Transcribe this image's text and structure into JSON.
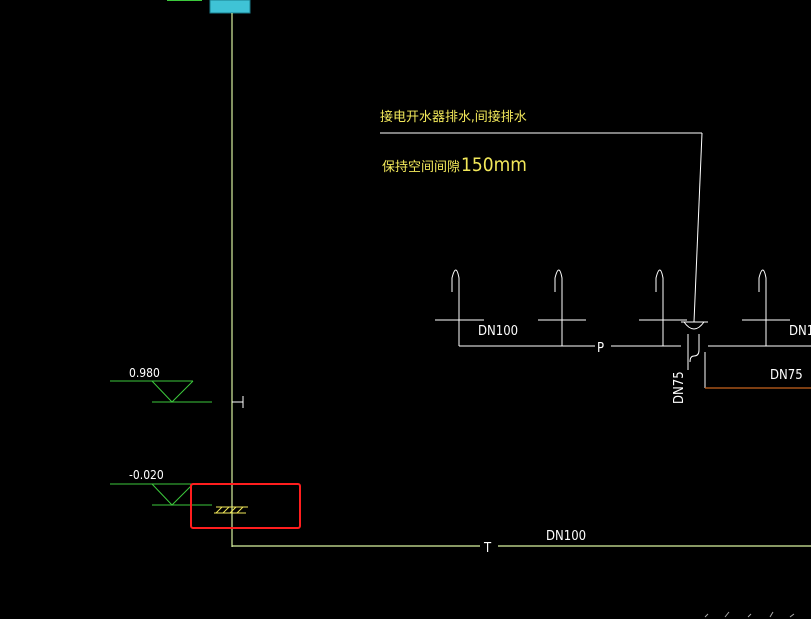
{
  "annotations": {
    "note_line1": "接电开水器排水,间接排水",
    "note_line2_prefix": "保持空间间隙",
    "note_line2_value": "150mm"
  },
  "elevations": {
    "upper": "0.980",
    "lower": "-0.020"
  },
  "pipes": {
    "horizontal_upper_left": "DN100",
    "horizontal_upper_right_partial": "DN1",
    "vertical_branch": "DN75",
    "orange_branch": "DN75",
    "main_bottom": "DN100",
    "marker_p": "P",
    "marker_t": "T"
  },
  "colors": {
    "background": "#000000",
    "pipe_line": "#d9f2a0",
    "annotation_yellow": "#f2e85a",
    "green": "#3cc93c",
    "orange": "#c8641e",
    "cyan": "#3fc3d6",
    "white": "#ffffff",
    "highlight": "#ff1e1e"
  }
}
